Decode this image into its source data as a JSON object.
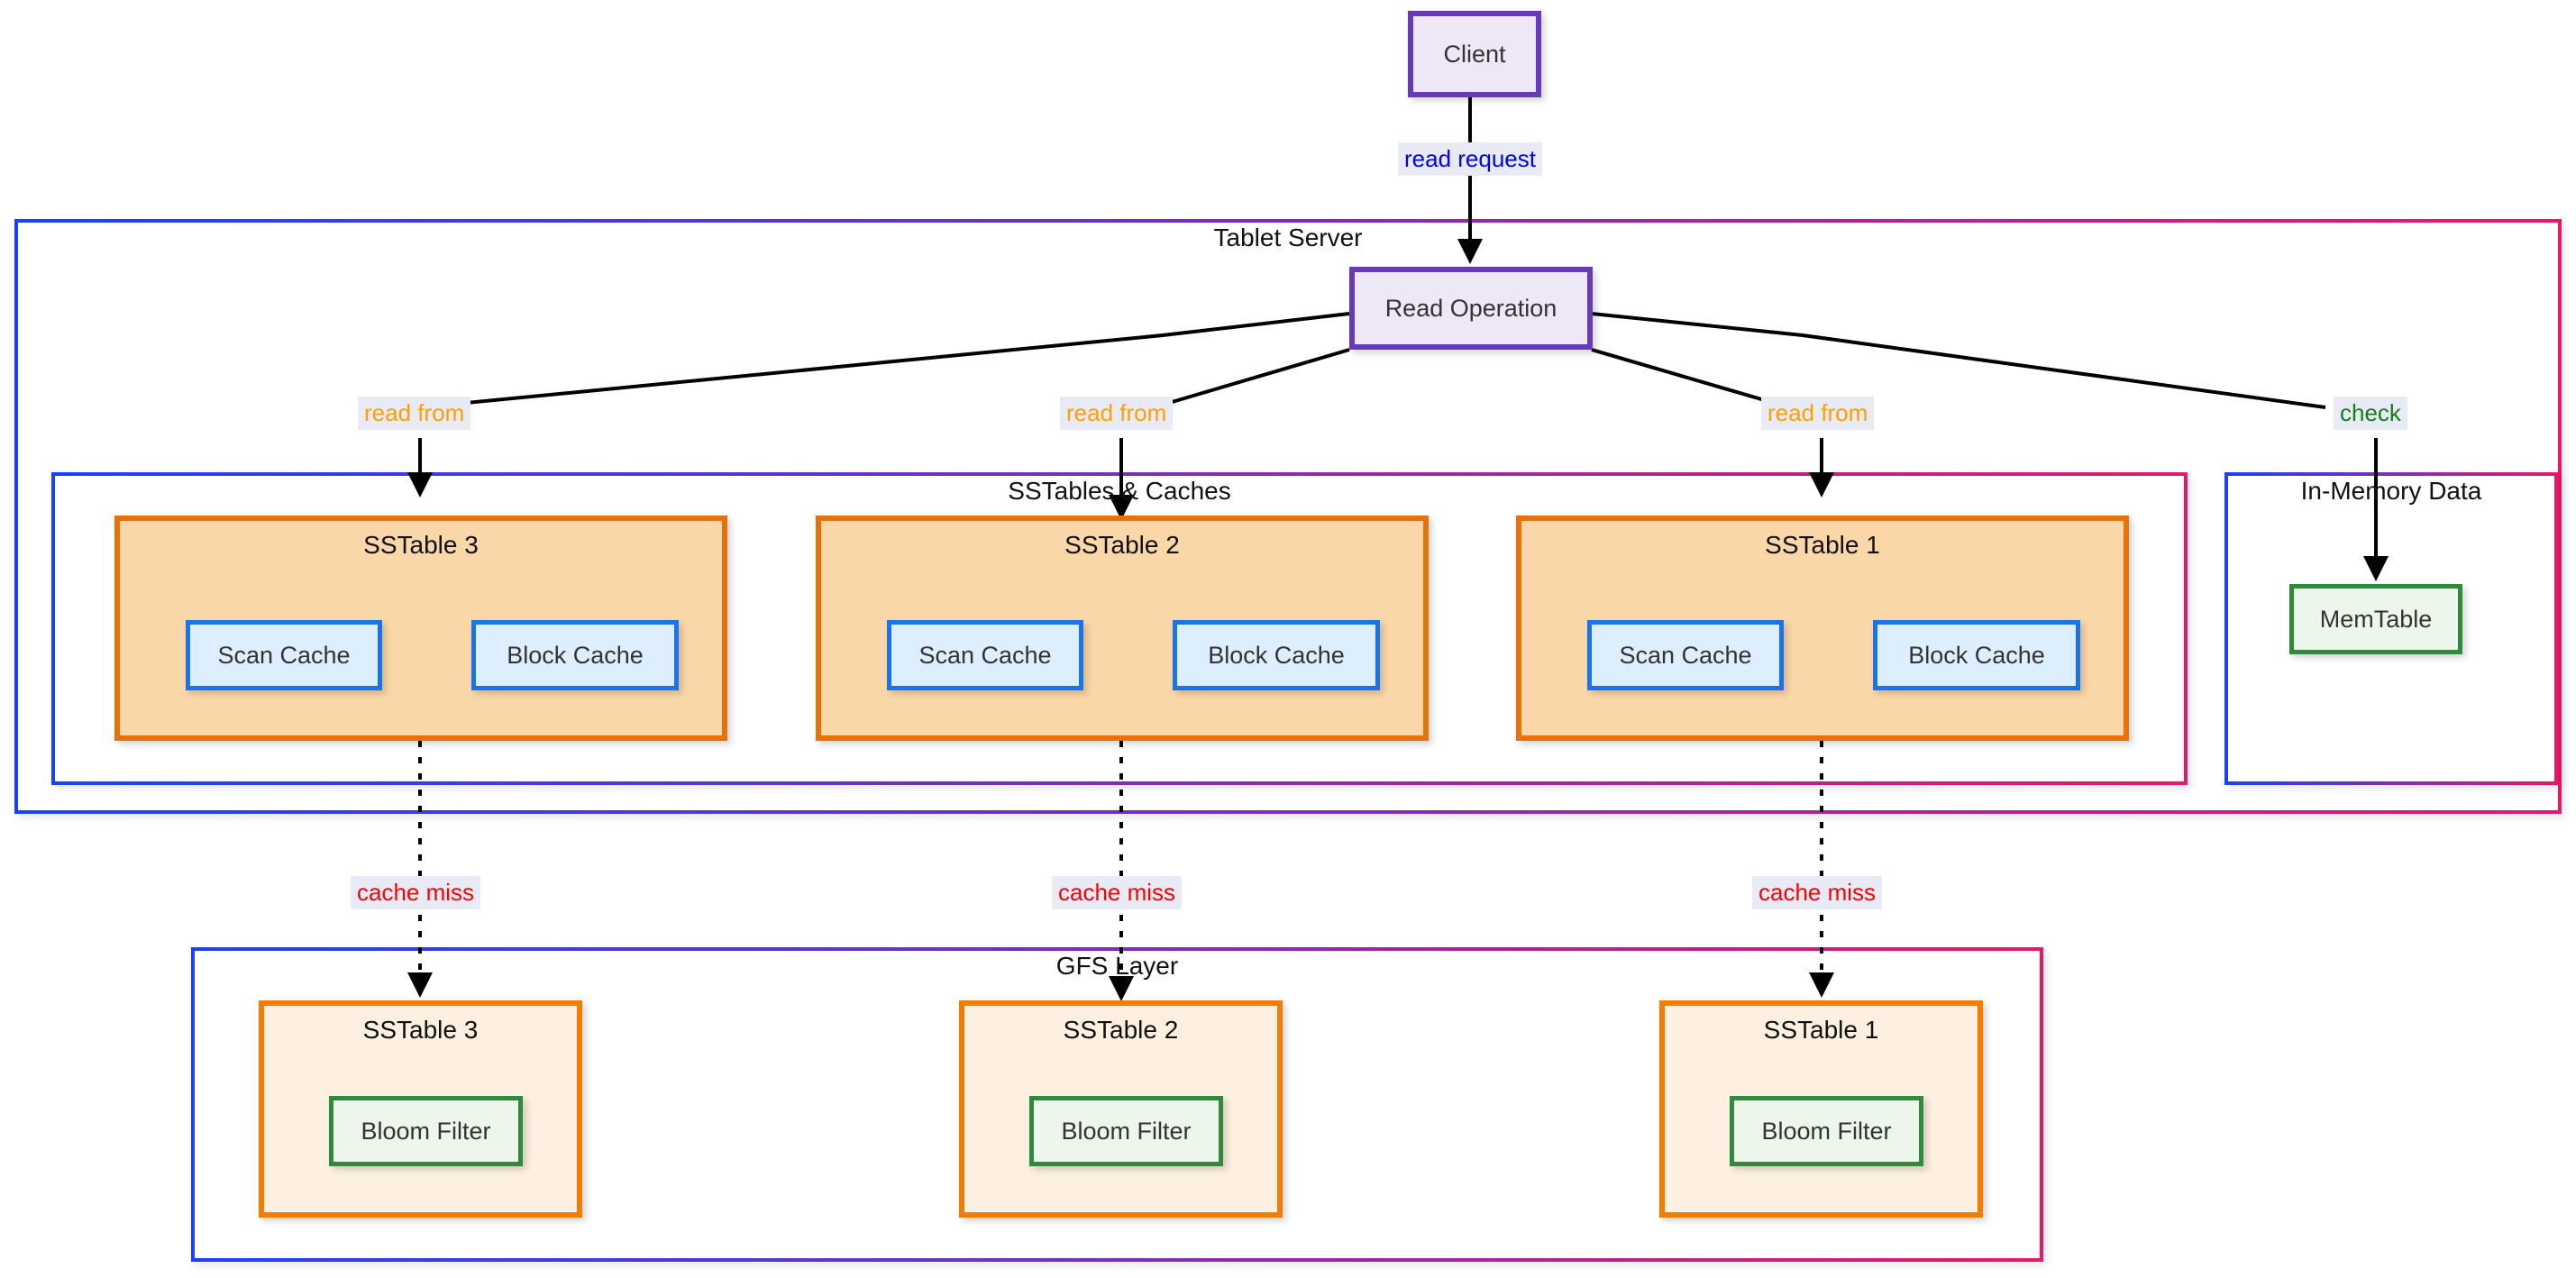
{
  "diagram": {
    "title": "Bigtable read path",
    "colors": {
      "client_border": "#673ab7",
      "client_fill": "#ede7f6",
      "sstable_border": "#e8710a",
      "sstable_fill": "#fad7a8",
      "sstable_gfs_fill": "#fdf0e0",
      "cache_border": "#1a73e8",
      "cache_fill": "#ddeeff",
      "memtable_border": "#2e8b3d",
      "memtable_fill": "#edf6ea",
      "cluster_border_start": "#1a41ff",
      "cluster_border_end": "#e8176a",
      "label_read_request": "#0000ff",
      "label_read_from": "#ffa000",
      "label_check": "#148014",
      "label_cache_miss": "#ff0000",
      "edge_line": "#000000"
    },
    "nodes": {
      "client": "Client",
      "read_operation": "Read Operation",
      "memtable": "MemTable"
    },
    "clusters": {
      "tablet_server": "Tablet Server",
      "sstables_and_caches": "SSTables & Caches",
      "in_memory_data": "In-Memory Data",
      "gfs_layer": "GFS Layer"
    },
    "cache_row": [
      {
        "title": "SSTable 3",
        "children": [
          {
            "label": "Scan Cache"
          },
          {
            "label": "Block Cache"
          }
        ]
      },
      {
        "title": "SSTable 2",
        "children": [
          {
            "label": "Scan Cache"
          },
          {
            "label": "Block Cache"
          }
        ]
      },
      {
        "title": "SSTable 1",
        "children": [
          {
            "label": "Scan Cache"
          },
          {
            "label": "Block Cache"
          }
        ]
      }
    ],
    "gfs_row": [
      {
        "title": "SSTable 3",
        "children": [
          {
            "label": "Bloom Filter"
          }
        ]
      },
      {
        "title": "SSTable 2",
        "children": [
          {
            "label": "Bloom Filter"
          }
        ]
      },
      {
        "title": "SSTable 1",
        "children": [
          {
            "label": "Bloom Filter"
          }
        ]
      }
    ],
    "edge_labels": {
      "read_request": "read request",
      "read_from_1": "read from",
      "read_from_2": "read from",
      "read_from_3": "read from",
      "check": "check",
      "cache_miss_1": "cache miss",
      "cache_miss_2": "cache miss",
      "cache_miss_3": "cache miss"
    }
  }
}
